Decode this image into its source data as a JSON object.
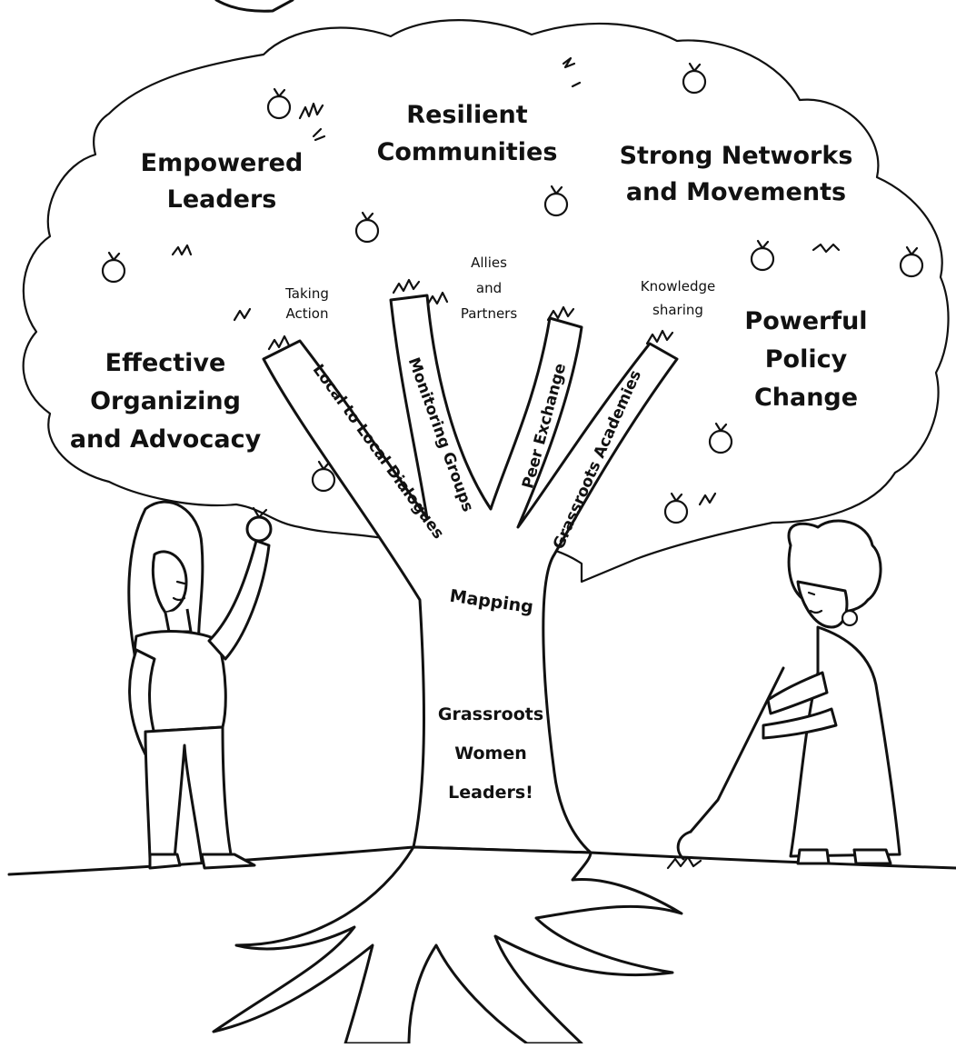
{
  "outcomes": {
    "resilient": [
      "Resilient",
      "Communities"
    ],
    "empowered": [
      "Empowered",
      "Leaders"
    ],
    "networks": [
      "Strong Networks",
      "and Movements"
    ],
    "policy": [
      "Powerful",
      "Policy",
      "Change"
    ],
    "organizing": [
      "Effective",
      "Organizing",
      "and Advocacy"
    ]
  },
  "twigs": {
    "taking_action": [
      "Taking",
      "Action"
    ],
    "allies": [
      "Allies",
      "and",
      "Partners"
    ],
    "knowledge": [
      "Knowledge",
      "sharing"
    ]
  },
  "branches": {
    "local": "Local to Local Dialogues",
    "monitoring": "Monitoring Groups",
    "peer": "Peer Exchange",
    "academies": "Grassroots Academies"
  },
  "trunk": {
    "mapping": "Mapping",
    "base": [
      "Grassroots",
      "Women",
      "Leaders!"
    ]
  },
  "icons": {
    "fruit": "fruit-icon",
    "person_left": "woman-reaching-icon",
    "person_right": "woman-hoeing-icon"
  }
}
